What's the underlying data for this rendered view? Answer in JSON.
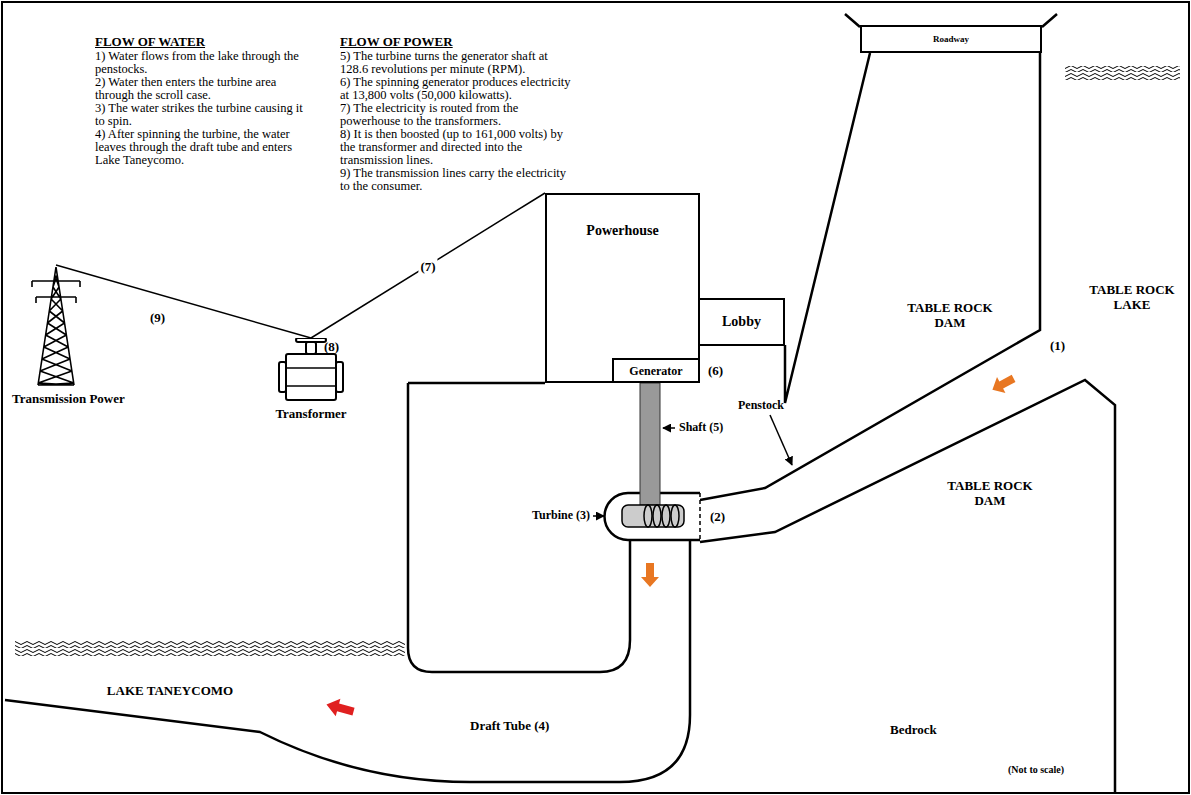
{
  "diagram": {
    "nodes": [
      {
        "text": [
          "Powerhouse"
        ]
      },
      {
        "text": [
          "Generator"
        ],
        "in": 0
      },
      {
        "text": [
          "Lobby"
        ]
      },
      {
        "text": [
          "Roadway"
        ]
      },
      {
        "text": [
          "Transformer"
        ]
      },
      {
        "text": [
          "Transmission Power"
        ]
      }
    ],
    "edges": [
      {
        "from": 0,
        "to": 4,
        "arrow": "none",
        "label": "(7)"
      },
      {
        "from": 4,
        "to": 5,
        "arrow": "none"
      }
    ],
    "labels": [
      "FLOW OF WATER",
      "1) Water flows from the lake through the penstocks.",
      "2) Water then enters the turbine area through the scroll case.",
      "3) The water strikes the turbine causing it to spin.",
      "4) After spinning the turbine, the water leaves through the draft tube and enters Lake Taneycomo.",
      "FLOW OF POWER",
      "5) The turbine turns the generator shaft at 128.6 revolutions per minute (RPM).",
      "6) The spinning generator produces electricity at 13,800 volts (50,000 kilowatts).",
      "7) The electricity is routed from the powerhouse to the transformers.",
      "8) It is then boosted (up to 161,000 volts) by the transformer and directed into the transmission lines.",
      "9) The transmission lines carry the electricity to the consumer.",
      "(9)",
      "(8)",
      "(6)",
      "Shaft (5)",
      "Turbine (3)",
      "(2)",
      "(1)",
      "Penstock",
      "TABLE ROCK DAM",
      "TABLE ROCK LAKE",
      "TABLE ROCK DAM",
      "LAKE TANEYCOMO",
      "Draft Tube (4)",
      "Bedrock",
      "(Not to scale)"
    ]
  }
}
